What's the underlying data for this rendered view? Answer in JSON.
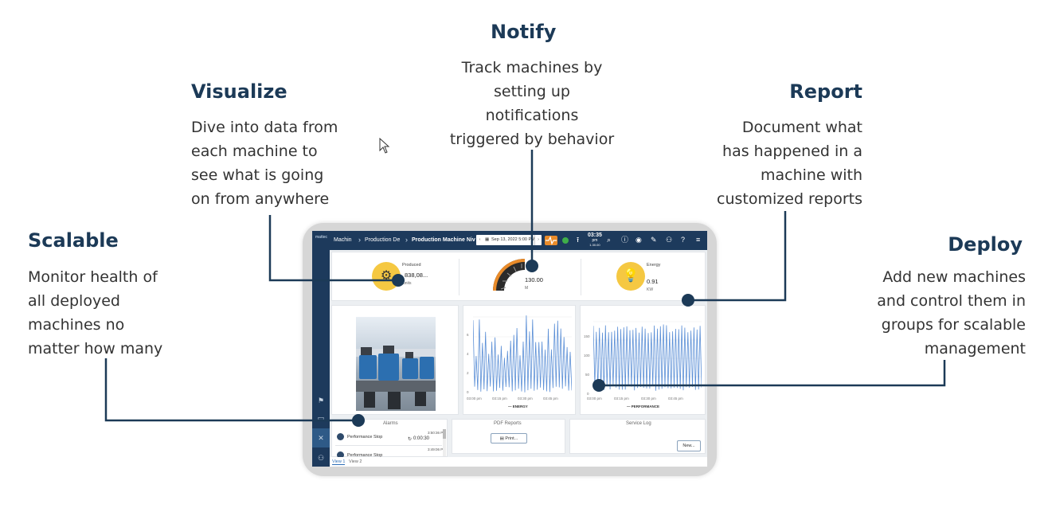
{
  "callouts": {
    "visualize": {
      "title": "Visualize",
      "lines": [
        "Dive into data from",
        "each machine to",
        "see what is going",
        "on from anywhere"
      ]
    },
    "notify": {
      "title": "Notify",
      "lines": [
        "Track machines by",
        "setting up",
        "notifications",
        "triggered by behavior"
      ]
    },
    "report": {
      "title": "Report",
      "lines": [
        "Document what",
        "has happened in a",
        "machine with",
        "customized reports"
      ]
    },
    "scalable": {
      "title": "Scalable",
      "lines": [
        "Monitor health of",
        "all deployed",
        "machines no",
        "matter how many"
      ]
    },
    "deploy": {
      "title": "Deploy",
      "lines": [
        "Add new machines",
        "and control them in",
        "groups for scalable",
        "management"
      ]
    }
  },
  "colors": {
    "nav": "#1d3a5c",
    "accent_line": "#1c3a57",
    "kpi_yellow": "#f5c842",
    "chart_line": "#5b8fd6",
    "gauge_orange": "#e98b2a"
  },
  "app": {
    "logo": "mattec",
    "breadcrumbs": [
      "Machin",
      "Production De",
      "Production Machine Niv"
    ],
    "date": "Sep 13, 2022 5:00 PM",
    "clock": {
      "time": "03:35",
      "ampm": "pm",
      "date": "1.30.00"
    },
    "icons": [
      "upload-icon",
      "search-icon",
      "info-icon",
      "notifications-icon",
      "edit-icon",
      "user-icon",
      "help-icon",
      "menu-icon"
    ],
    "kpis": [
      {
        "label": "Produced",
        "value": "838,08...",
        "unit": "units",
        "icon": "production-icon"
      },
      {
        "label": "",
        "value": "130.00",
        "unit": "M",
        "icon": "gauge-icon"
      },
      {
        "label": "Energy",
        "value": "0.91",
        "unit": "KW",
        "icon": "lightbulb-icon"
      }
    ],
    "energy_chart": {
      "yticks": [
        "6",
        "4",
        "2",
        "0"
      ],
      "xticks": [
        "03:00 pm",
        "03:15 pm",
        "03:30 pm",
        "03:45 pm"
      ],
      "legend": "ENERGY"
    },
    "performance_chart": {
      "yticks": [
        "150",
        "100",
        "50",
        "0"
      ],
      "xticks": [
        "03:00 pm",
        "03:15 pm",
        "03:30 pm",
        "03:45 pm"
      ],
      "legend": "PERFORMANCE"
    },
    "alarms": {
      "title": "Alarms",
      "items": [
        {
          "name": "Performance Stop",
          "time": "3:50:36 PM",
          "duration": "0:00:30"
        },
        {
          "name": "Performance Stop",
          "time": "3:49:06 PM",
          "duration": ""
        }
      ]
    },
    "pdf_reports": {
      "title": "PDF Reports",
      "button": "Print..."
    },
    "service_log": {
      "title": "Service Log",
      "button": "New..."
    },
    "view_tabs": [
      "View 1",
      "View 2"
    ]
  }
}
